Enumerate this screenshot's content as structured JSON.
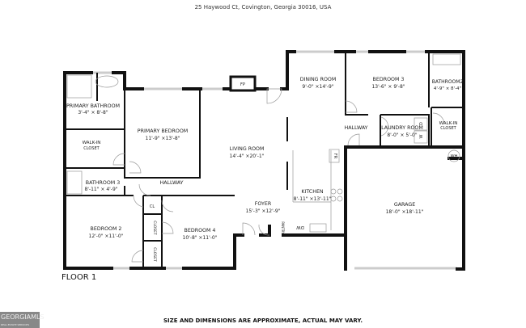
{
  "address": "25 Haywood Ct, Covington, Georgia 30016, USA",
  "floor_label": "FLOOR 1",
  "disclaimer": "SIZE AND DIMENSIONS ARE APPROXIMATE, ACTUAL MAY VARY.",
  "logo": {
    "text": "GEORGIAMLS",
    "sub": "REAL ESTATE SERVICES"
  },
  "rooms": [
    {
      "name": "PRIMARY BATHROOM",
      "dim": "3'-4\" × 8'-8\""
    },
    {
      "name": "WALK-IN",
      "dim": "CLOSET"
    },
    {
      "name": "BATHROOM 3",
      "dim": "8'-11\" × 4'-9\""
    },
    {
      "name": "PRIMARY BEDROOM",
      "dim": "11'-9\" ×13'-8\""
    },
    {
      "name": "LIVING ROOM",
      "dim": "14'-4\" ×20'-1\""
    },
    {
      "name": "HALLWAY",
      "dim": ""
    },
    {
      "name": "BEDROOM 2",
      "dim": "12'-0\" ×11'-0\""
    },
    {
      "name": "BEDROOM 4",
      "dim": "10'-8\" ×11'-0\""
    },
    {
      "name": "FOYER",
      "dim": "15'-3\" ×12'-9\""
    },
    {
      "name": "DINING ROOM",
      "dim": "9'-0\" ×14'-9\""
    },
    {
      "name": "BEDROOM 3",
      "dim": "13'-6\" × 9'-8\""
    },
    {
      "name": "BATHROOM2",
      "dim": "4'-9\" × 8'-4\""
    },
    {
      "name": "WALK-IN",
      "dim": "CLOSET"
    },
    {
      "name": "HALLWAY",
      "dim": ""
    },
    {
      "name": "LAUNDRY ROOM",
      "dim": "8'-0\" × 5'-0\""
    },
    {
      "name": "KITCHEN",
      "dim": "8'-11\" ×13'-11\""
    },
    {
      "name": "GARAGE",
      "dim": "18'-0\" ×18'-11\""
    }
  ],
  "fixtures": {
    "fp": "FP",
    "cl": "CL",
    "closet": "CLOSET",
    "pantry": "PANTRY",
    "dw": "DW",
    "fr": "FR",
    "wh": "WH",
    "w": "W",
    "d": "D"
  }
}
